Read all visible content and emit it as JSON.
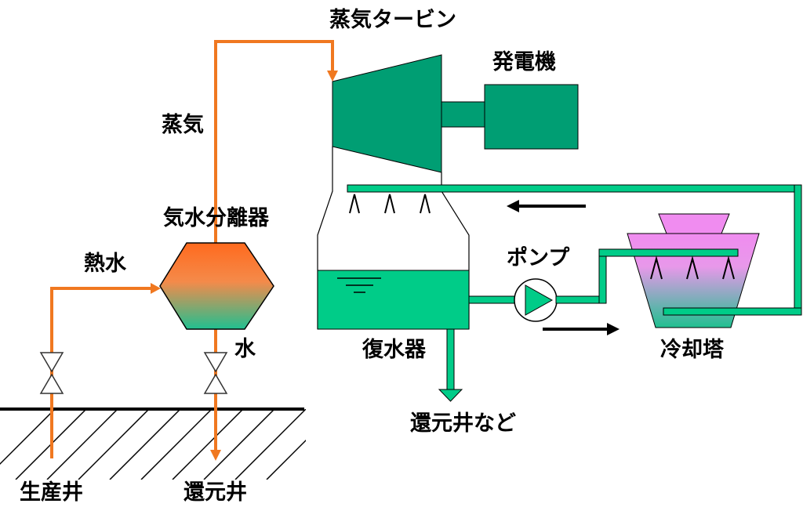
{
  "labels": {
    "steam_turbine": "蒸気タービン",
    "generator": "発電機",
    "steam": "蒸気",
    "separator": "気水分離器",
    "hot_water": "熱水",
    "water": "水",
    "pump": "ポンプ",
    "condenser": "復水器",
    "cooling_tower": "冷却塔",
    "reinjection_etc": "還元井など",
    "production_well": "生産井",
    "reinjection_well": "還元井"
  },
  "colors": {
    "steam_pipe": "#f07820",
    "water_pipe": "#00cc88",
    "equipment": "#009e73",
    "separator_top": "#ff6a1e",
    "separator_bottom": "#20c090",
    "tower_top": "#f08cf0",
    "tower_bottom": "#20c090",
    "ground": "#000000",
    "flow_arrow": "#000000"
  }
}
